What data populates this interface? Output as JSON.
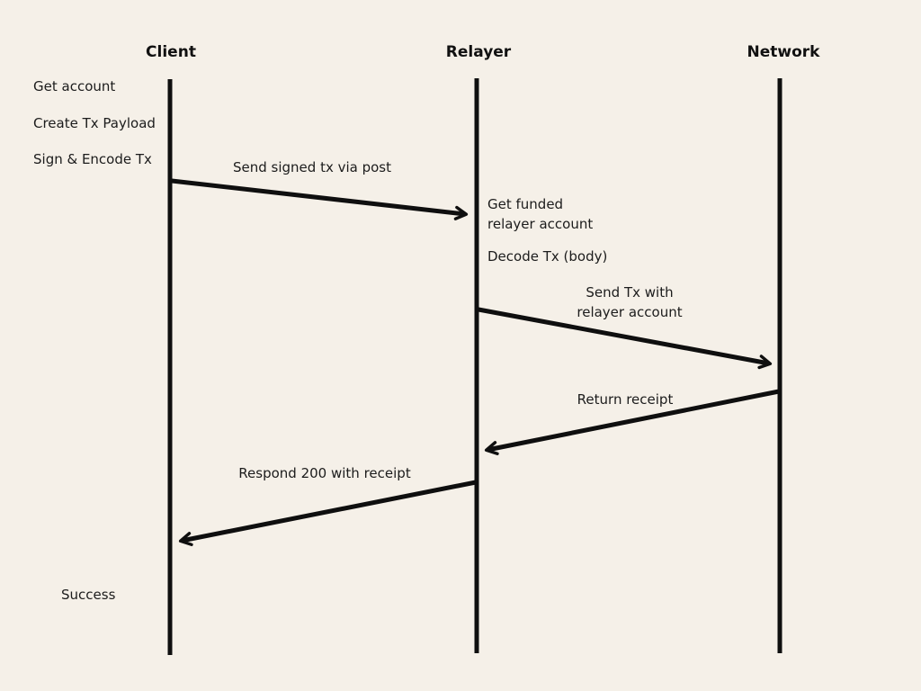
{
  "colors": {
    "background": "#f5f0e8",
    "line": "#0f0f0f",
    "text": "#1c1c1c"
  },
  "actors": [
    {
      "label": "Client"
    },
    {
      "label": "Relayer"
    },
    {
      "label": "Network"
    }
  ],
  "notes": {
    "client": [
      "Get account",
      "Create Tx Payload",
      "Sign & Encode Tx"
    ],
    "relayer": [
      "Get funded\nrelayer account",
      "Decode Tx (body)"
    ],
    "result": "Success"
  },
  "messages": [
    {
      "from": "Client",
      "to": "Relayer",
      "label": "Send signed tx via post"
    },
    {
      "from": "Relayer",
      "to": "Network",
      "label": "Send Tx with\nrelayer account"
    },
    {
      "from": "Network",
      "to": "Relayer",
      "label": "Return receipt"
    },
    {
      "from": "Relayer",
      "to": "Client",
      "label": "Respond 200 with receipt"
    }
  ]
}
